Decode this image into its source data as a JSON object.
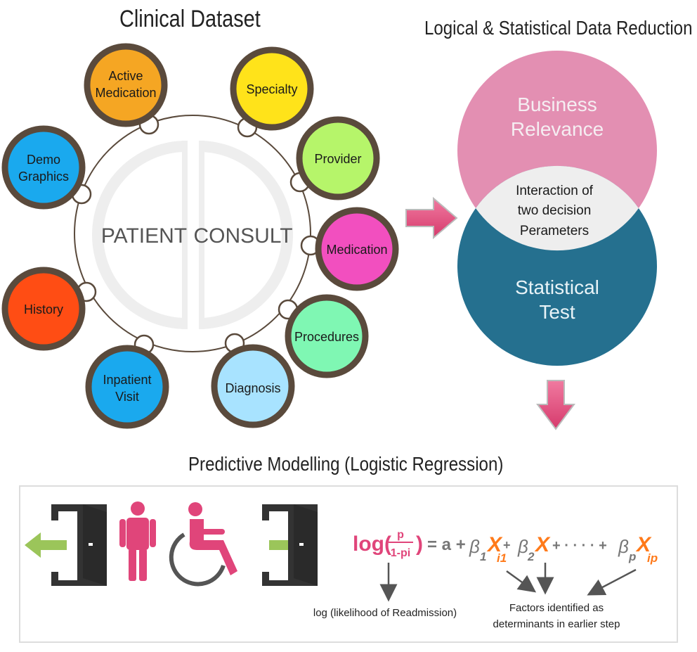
{
  "titles": {
    "clinical": "Clinical Dataset",
    "reduction": "Logical & Statistical Data Reduction",
    "predictive": "Predictive Modelling (Logistic Regression)"
  },
  "ring": {
    "left_label": "PATIENT",
    "right_label": "CONSULT"
  },
  "nodes": {
    "active_medication": {
      "line1": "Active",
      "line2": "Medication",
      "color": "#f5a623"
    },
    "demo_graphics": {
      "line1": "Demo",
      "line2": "Graphics",
      "color": "#1aa9ee"
    },
    "history": {
      "line1": "History",
      "color": "#ff4d14"
    },
    "inpatient_visit": {
      "line1": "Inpatient",
      "line2": "Visit",
      "color": "#1aa9ee"
    },
    "specialty": {
      "line1": "Specialty",
      "color": "#ffe31a"
    },
    "provider": {
      "line1": "Provider",
      "color": "#b6f56a"
    },
    "medication": {
      "line1": "Medication",
      "color": "#f24fbf"
    },
    "procedures": {
      "line1": "Procedures",
      "color": "#7ff7b3"
    },
    "diagnosis": {
      "line1": "Diagnosis",
      "color": "#a8e3ff"
    }
  },
  "venn": {
    "top": {
      "line1": "Business",
      "line2": "Relevance",
      "color": "#e38fb2"
    },
    "bottom": {
      "line1": "Statistical",
      "line2": "Test",
      "color": "#25708f"
    },
    "overlap": {
      "line1": "Interaction of",
      "line2": "two decision",
      "line3": "Perameters",
      "color": "#eeeeee"
    }
  },
  "formula": {
    "log": "log(",
    "numerator": "p",
    "denominator": "1-pi",
    "close": ")",
    "equals": "= a +",
    "beta": "β",
    "sub1": "1",
    "sub2": "2",
    "subp": "p",
    "x": "X",
    "xi1": "i1",
    "xip": "ip",
    "plus": "+",
    "dots": "+ · · · · +",
    "annotation_left": "log (likelihood of Readmission)",
    "annotation_right_1": "Factors identified as",
    "annotation_right_2": "determinants in earlier step"
  },
  "colors": {
    "node_border": "#5a4a3c",
    "arrow_pink": "#e0457a",
    "arrow_green": "#9bc55a",
    "figure_pink": "#e0457a",
    "formula_pink": "#e0457a",
    "formula_orange": "#ff7a1a",
    "formula_gray": "#777777"
  }
}
